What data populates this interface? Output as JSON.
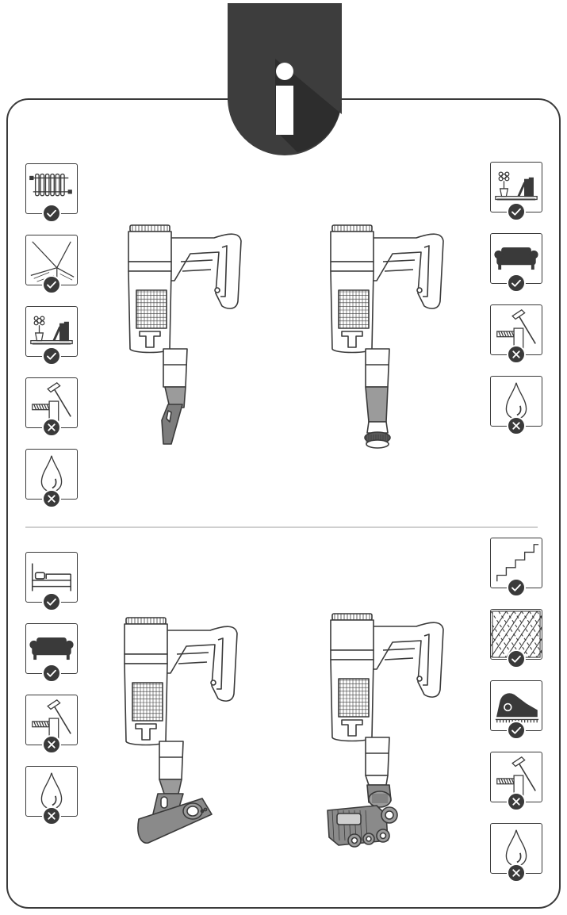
{
  "info_icon": "info-icon",
  "top_left": {
    "attachment": "crevice-tool",
    "surfaces": [
      {
        "icon": "radiator-icon",
        "suitable": true
      },
      {
        "icon": "corner-icon",
        "suitable": true
      },
      {
        "icon": "shelf-icon",
        "suitable": true
      },
      {
        "icon": "hammer-icon",
        "suitable": false
      },
      {
        "icon": "water-drop-icon",
        "suitable": false
      }
    ]
  },
  "top_right": {
    "attachment": "dusting-brush",
    "surfaces": [
      {
        "icon": "shelf-icon",
        "suitable": true
      },
      {
        "icon": "sofa-icon",
        "suitable": true
      },
      {
        "icon": "hammer-icon",
        "suitable": false
      },
      {
        "icon": "water-drop-icon",
        "suitable": false
      }
    ]
  },
  "bottom_left": {
    "attachment": "mini-motorized-brush",
    "surfaces": [
      {
        "icon": "bed-icon",
        "suitable": true
      },
      {
        "icon": "sofa-icon",
        "suitable": true
      },
      {
        "icon": "hammer-icon",
        "suitable": false
      },
      {
        "icon": "water-drop-icon",
        "suitable": false
      }
    ]
  },
  "bottom_right": {
    "attachment": "motorized-floor-brush",
    "surfaces": [
      {
        "icon": "stairs-icon",
        "suitable": true
      },
      {
        "icon": "carpet-icon",
        "suitable": true
      },
      {
        "icon": "car-interior-icon",
        "suitable": true
      },
      {
        "icon": "hammer-icon",
        "suitable": false
      },
      {
        "icon": "water-drop-icon",
        "suitable": false
      }
    ]
  },
  "colors": {
    "dark": "#3a3a3a",
    "tab": "#3d3d3d",
    "shadow": "#2b2b2b",
    "divider": "#cfcfcf"
  }
}
